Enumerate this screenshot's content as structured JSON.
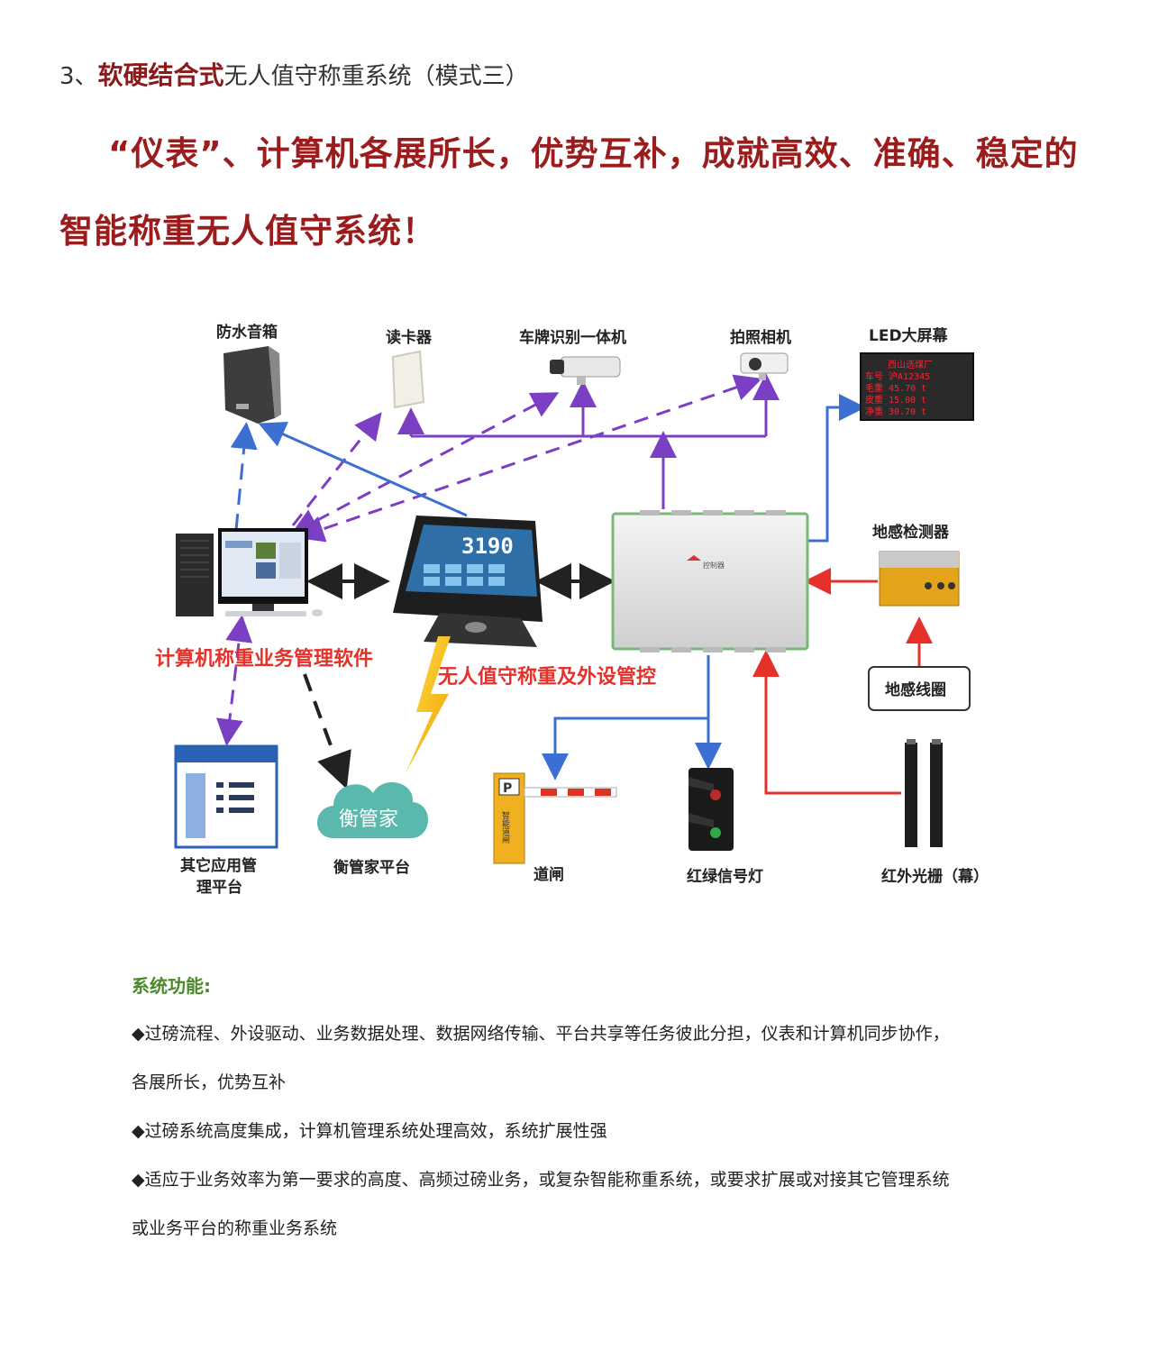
{
  "heading": {
    "number": "3、",
    "bold": "软硬结合式",
    "rest": "无人值守称重系统（模式三）"
  },
  "tagline": {
    "line1": "“仪表”、计算机各展所长，优势互补，成就高效、准确、稳定的",
    "line2": "智能称重无人值守系统！"
  },
  "diagram": {
    "speaker": "防水音箱",
    "card_reader": "读卡器",
    "plate_camera": "车牌识别一体机",
    "photo_camera": "拍照相机",
    "led_screen": "LED大屏幕",
    "led_rows": [
      "西山选煤厂",
      "车号  沪A12345",
      "毛重    45.70  t",
      "皮重    15.00  t",
      "净重    30.70  t"
    ],
    "indicator_reading": "3190",
    "controller_name": "控制器",
    "loop_detector": "地感检测器",
    "loop_coil": "地感线圈",
    "computer_label": "计算机称重业务管理软件",
    "control_label": "无人值守称重及外设管控",
    "other_platform_line1": "其它应用管",
    "other_platform_line2": "理平台",
    "cloud_text": "衡管家",
    "cloud_platform": "衡管家平台",
    "barrier": "道闸",
    "barrier_sign": "P",
    "barrier_text": "智能道闸",
    "traffic_light": "红绿信号灯",
    "light_curtain": "红外光栅（幕）"
  },
  "functions": {
    "title": "系统功能:",
    "items": [
      "◆过磅流程、外设驱动、业务数据处理、数据网络传输、平台共享等任务彼此分担，仪表和计算机同步协作，",
      "各展所长，优势互补",
      "◆过磅系统高度集成，计算机管理系统处理高效，系统扩展性强",
      "◆适应于业务效率为第一要求的高度、高频过磅业务，或复杂智能称重系统，或要求扩展或对接其它管理系统",
      "或业务平台的称重业务系统"
    ]
  },
  "colors": {
    "purple": "#7b3fc4",
    "blue": "#3b6fd1",
    "red": "#e6312b",
    "dark": "#222222",
    "title_red": "#9b1c1c",
    "green": "#4a8a2a"
  }
}
